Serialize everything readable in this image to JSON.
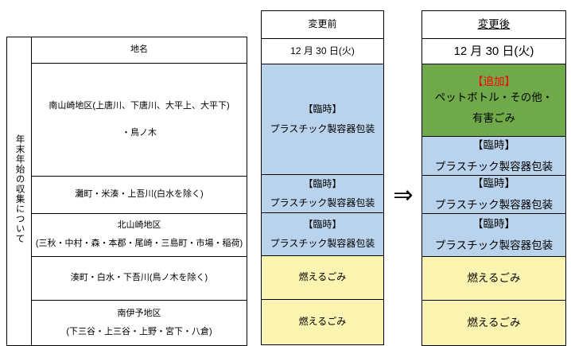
{
  "left_table": {
    "vertical_header": "年末年始の収集について",
    "column_header": "地名",
    "rows": [
      {
        "line1": "南山崎地区(上唐川、下唐川、大平上、大平下)",
        "line2": "・鳥ノ木"
      },
      {
        "line1": "灘町・米湊・上吾川(白水を除く)",
        "line2": ""
      },
      {
        "line1": "北山崎地区",
        "line2": "(三秋・中村・森・本郡・尾崎・三島町・市場・稲荷)"
      },
      {
        "line1": "湊町・白水・下吾川(鳥ノ木を除く)",
        "line2": ""
      },
      {
        "line1": "南伊予地区",
        "line2": "(下三谷・上三谷・上野・宮下・八倉)"
      }
    ]
  },
  "before_table": {
    "title": "変更前",
    "date": "12 月 30 日(火)",
    "rows": [
      {
        "tag": "【臨時】",
        "label": "プラスチック製容器包装",
        "color": "blue"
      },
      {
        "tag": "【臨時】",
        "label": "プラスチック製容器包装",
        "color": "blue"
      },
      {
        "tag": "【臨時】",
        "label": "プラスチック製容器包装",
        "color": "blue"
      },
      {
        "tag": "",
        "label": "燃えるごみ",
        "color": "yellow"
      },
      {
        "tag": "",
        "label": "燃えるごみ",
        "color": "yellow"
      }
    ]
  },
  "after_table": {
    "title": "変更後",
    "date": "12 月 30 日(火)",
    "rows": [
      {
        "tag": "【追加】",
        "label": "ペットボトル・その他・",
        "label2": "有害ごみ",
        "color": "green"
      },
      {
        "tag": "【臨時】",
        "label": "プラスチック製容器包装",
        "label2": "",
        "color": "blue"
      },
      {
        "tag": "【臨時】",
        "label": "プラスチック製容器包装",
        "label2": "",
        "color": "blue"
      },
      {
        "tag": "【臨時】",
        "label": "プラスチック製容器包装",
        "label2": "",
        "color": "blue"
      },
      {
        "tag": "",
        "label": "燃えるごみ",
        "label2": "",
        "color": "yellow"
      },
      {
        "tag": "",
        "label": "燃えるごみ",
        "label2": "",
        "color": "yellow"
      }
    ]
  },
  "arrow": {
    "glyph": "⇒"
  },
  "colors": {
    "blue": "#b9d3ec",
    "yellow": "#fbf3b0",
    "green": "#6fa94a",
    "add_tag_red": "#ff0000",
    "border": "#000000"
  }
}
